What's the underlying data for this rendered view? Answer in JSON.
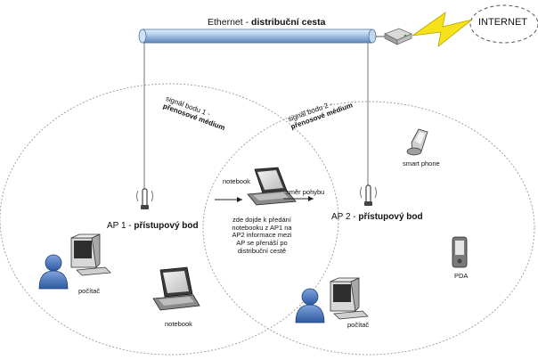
{
  "backbone": {
    "label_prefix": "Ethernet - ",
    "label_bold": "distribuční cesta"
  },
  "internet": {
    "label": "INTERNET"
  },
  "ap1": {
    "label_prefix": "AP 1 - ",
    "label_bold": "přístupový bod",
    "signal_line1": "signál bodu 1 -",
    "signal_line2": "přenosové médium"
  },
  "ap2": {
    "label_prefix": "AP 2 - ",
    "label_bold": "přístupový bod",
    "signal_line1": "signál bodu 2 -",
    "signal_line2": "přenosové médium"
  },
  "roaming": {
    "notebook_label": "notebook",
    "direction_label": "směr pohybu",
    "handover_note": [
      "zde dojde k předání",
      "notebooku z AP1 na",
      "AP2 informace mezi",
      "AP se přenáší po",
      "distribuční cestě"
    ]
  },
  "devices": {
    "pc1_label": "počítač",
    "notebook2_label": "notebook",
    "pc2_label": "počítač",
    "smartphone_label": "smart phone",
    "pda_label": "PDA"
  },
  "colors": {
    "pipe": "#a9c6e8",
    "pipe_dark": "#6a8fbf",
    "user_blue": "#3f6fb5",
    "lightning": "#f5e21a",
    "cell_border": "#9a9a9a"
  }
}
